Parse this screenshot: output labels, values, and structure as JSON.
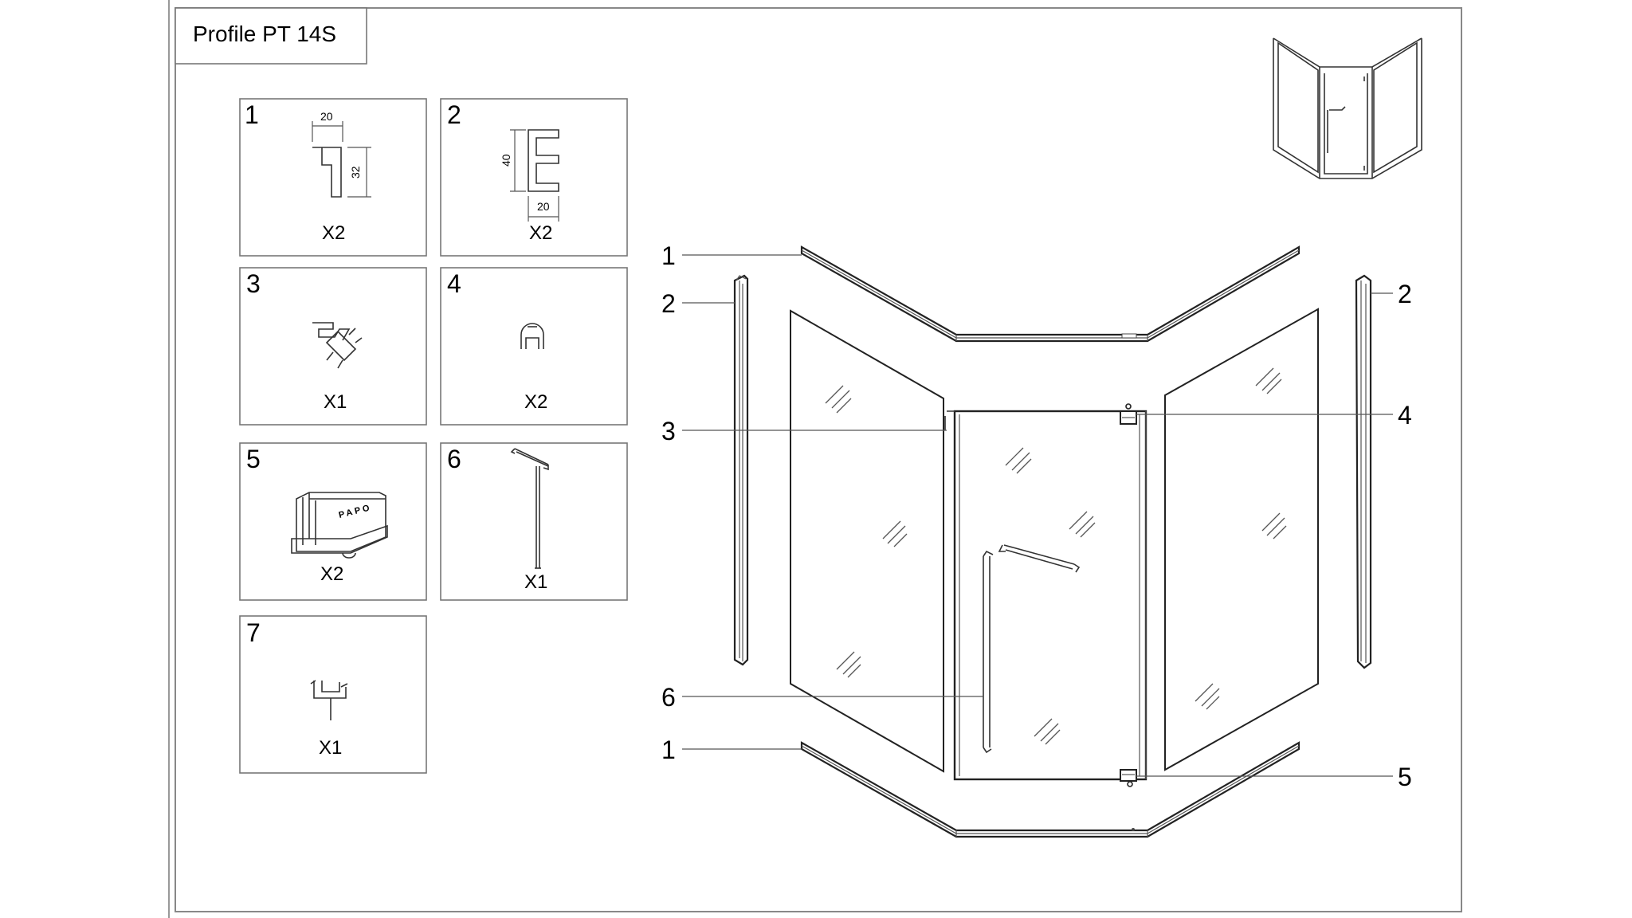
{
  "title": "Profile PT 14S",
  "parts": [
    {
      "num": "1",
      "qty": "X2",
      "dims": [
        "20",
        "32"
      ]
    },
    {
      "num": "2",
      "qty": "X2",
      "dims": [
        "40",
        "20"
      ]
    },
    {
      "num": "3",
      "qty": "X1"
    },
    {
      "num": "4",
      "qty": "X2"
    },
    {
      "num": "5",
      "qty": "X2",
      "brand": "PAPO"
    },
    {
      "num": "6",
      "qty": "X1"
    },
    {
      "num": "7",
      "qty": "X1"
    }
  ],
  "callouts": {
    "top_1": "1",
    "left_2": "2",
    "left_3": "3",
    "left_6": "6",
    "bottom_1": "1",
    "right_2": "2",
    "right_4": "4",
    "right_5": "5"
  },
  "icons": [
    "profile-1-section-icon",
    "profile-2-section-icon",
    "corner-connector-icon",
    "wall-bracket-icon",
    "glass-clamp-icon",
    "towel-bar-icon",
    "seal-profile-icon",
    "shower-enclosure-preview-icon"
  ]
}
